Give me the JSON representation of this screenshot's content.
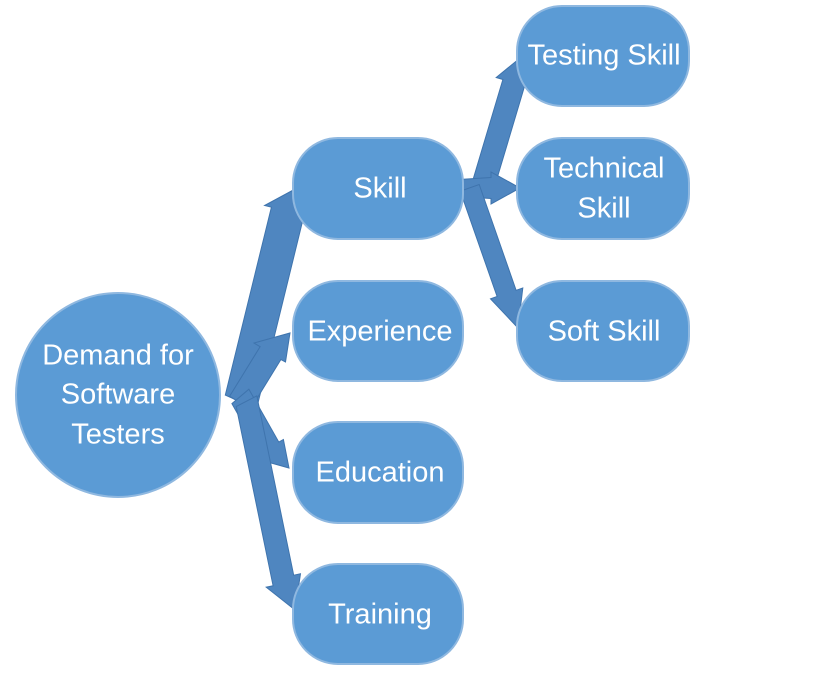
{
  "colors": {
    "node_fill": "#5b9bd5",
    "node_border": "#8fb8e0",
    "arrow_fill": "#4f86c0",
    "text": "#ffffff",
    "background": "#ffffff"
  },
  "root": {
    "lines": [
      "Demand for",
      "Software",
      "Testers"
    ]
  },
  "level1": [
    {
      "id": "skill",
      "label": "Skill"
    },
    {
      "id": "experience",
      "label": "Experience"
    },
    {
      "id": "education",
      "label": "Education"
    },
    {
      "id": "training",
      "label": "Training"
    }
  ],
  "level2": [
    {
      "id": "testing-skill",
      "lines": [
        "Testing Skill"
      ]
    },
    {
      "id": "technical-skill",
      "lines": [
        "Technical",
        "Skill"
      ]
    },
    {
      "id": "soft-skill",
      "lines": [
        "Soft Skill"
      ]
    }
  ]
}
